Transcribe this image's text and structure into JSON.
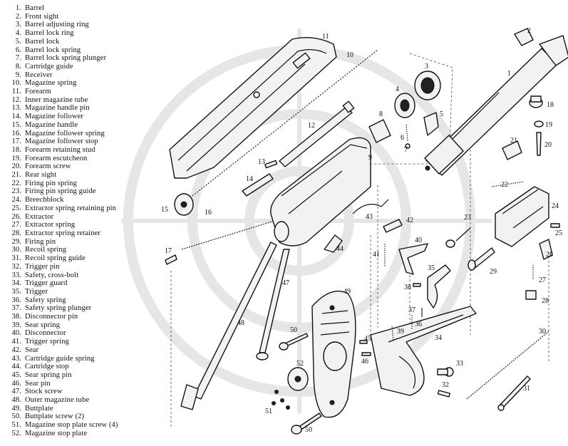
{
  "legend": [
    {
      "n": "1.",
      "t": "Barrel"
    },
    {
      "n": "2.",
      "t": "Front sight"
    },
    {
      "n": "3.",
      "t": "Barrel adjusting ring"
    },
    {
      "n": "4.",
      "t": "Barrel lock ring"
    },
    {
      "n": "5.",
      "t": "Barrel lock"
    },
    {
      "n": "6.",
      "t": "Barrel lock spring"
    },
    {
      "n": "7.",
      "t": "Barrel lock spring plunger"
    },
    {
      "n": "8.",
      "t": "Cartridge guide"
    },
    {
      "n": "9.",
      "t": "Receiver"
    },
    {
      "n": "10.",
      "t": "Magazine spring"
    },
    {
      "n": "11.",
      "t": "Forearm"
    },
    {
      "n": "12.",
      "t": "Inner magazine tube"
    },
    {
      "n": "13.",
      "t": "Magazine handle pin"
    },
    {
      "n": "14.",
      "t": "Magazine follower"
    },
    {
      "n": "15.",
      "t": "Magazine handle"
    },
    {
      "n": "16.",
      "t": "Magazine follower spring"
    },
    {
      "n": "17.",
      "t": "Magazine follower stop"
    },
    {
      "n": "18.",
      "t": "Forearm retaining stud"
    },
    {
      "n": "19.",
      "t": "Forearm escutcheon"
    },
    {
      "n": "20.",
      "t": "Forearm screw"
    },
    {
      "n": "21.",
      "t": "Rear sight"
    },
    {
      "n": "22.",
      "t": "Firing pin spring"
    },
    {
      "n": "23.",
      "t": "Firing pin spring guide"
    },
    {
      "n": "24.",
      "t": "Breechblock"
    },
    {
      "n": "25.",
      "t": "Extractor spring retaining pin"
    },
    {
      "n": "26.",
      "t": "Extractor"
    },
    {
      "n": "27.",
      "t": "Extractor spring"
    },
    {
      "n": "28.",
      "t": "Extractor spring retainer"
    },
    {
      "n": "29.",
      "t": "Firing pin"
    },
    {
      "n": "30.",
      "t": "Recoil spring"
    },
    {
      "n": "31.",
      "t": "Recoil spring guide"
    },
    {
      "n": "32.",
      "t": "Trigger pin"
    },
    {
      "n": "33.",
      "t": "Safety, cross-bolt"
    },
    {
      "n": "34.",
      "t": "Trigger guard"
    },
    {
      "n": "35.",
      "t": "Trigger"
    },
    {
      "n": "36.",
      "t": "Safety spring"
    },
    {
      "n": "37.",
      "t": "Safety spring plunger"
    },
    {
      "n": "38.",
      "t": "Disconnector pin"
    },
    {
      "n": "39.",
      "t": "Sear spring"
    },
    {
      "n": "40.",
      "t": "Disconnector"
    },
    {
      "n": "41.",
      "t": "Trigger spring"
    },
    {
      "n": "42.",
      "t": "Sear"
    },
    {
      "n": "43.",
      "t": "Cartridge guide spring"
    },
    {
      "n": "44.",
      "t": "Cartridge stop"
    },
    {
      "n": "45.",
      "t": "Sear spring pin"
    },
    {
      "n": "46.",
      "t": "Sear pin"
    },
    {
      "n": "47.",
      "t": "Stock screw"
    },
    {
      "n": "48.",
      "t": "Outer magazine tube"
    },
    {
      "n": "49.",
      "t": "Buttplate"
    },
    {
      "n": "50.",
      "t": "Buttplate screw (2)"
    },
    {
      "n": "51.",
      "t": "Magazine stop plate screw (4)"
    },
    {
      "n": "52.",
      "t": "Magazine stop plate"
    }
  ],
  "callouts": [
    "1",
    "2",
    "3",
    "4",
    "5",
    "6",
    "7",
    "8",
    "9",
    "10",
    "11",
    "12",
    "13",
    "14",
    "15",
    "16",
    "17",
    "18",
    "19",
    "20",
    "21",
    "22",
    "23",
    "24",
    "25",
    "26",
    "27",
    "28",
    "29",
    "30",
    "31",
    "32",
    "33",
    "34",
    "35",
    "36",
    "37",
    "38",
    "39",
    "40",
    "41",
    "42",
    "43",
    "44",
    "45",
    "46",
    "47",
    "48",
    "49",
    "50",
    "51",
    "52",
    "50"
  ]
}
